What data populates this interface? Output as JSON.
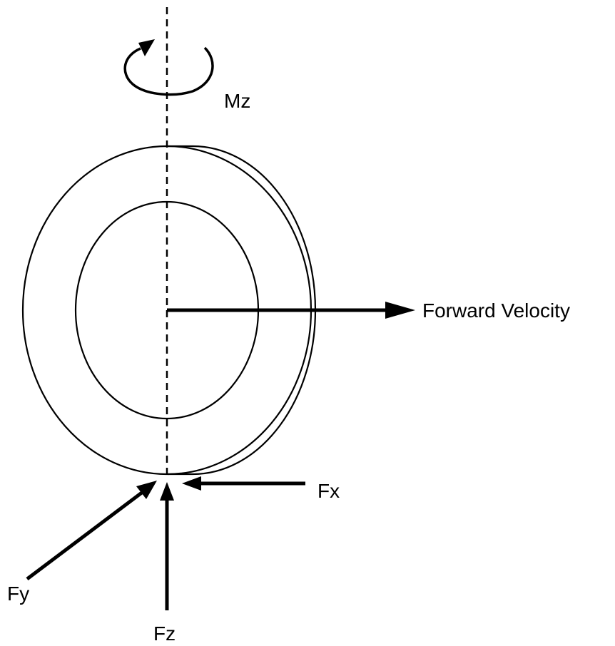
{
  "diagram": {
    "labels": {
      "moment": "Mz",
      "velocity": "Forward Velocity",
      "force_x": "Fx",
      "force_y": "Fy",
      "force_z": "Fz"
    },
    "colors": {
      "ink": "#000000",
      "background": "#ffffff"
    }
  }
}
